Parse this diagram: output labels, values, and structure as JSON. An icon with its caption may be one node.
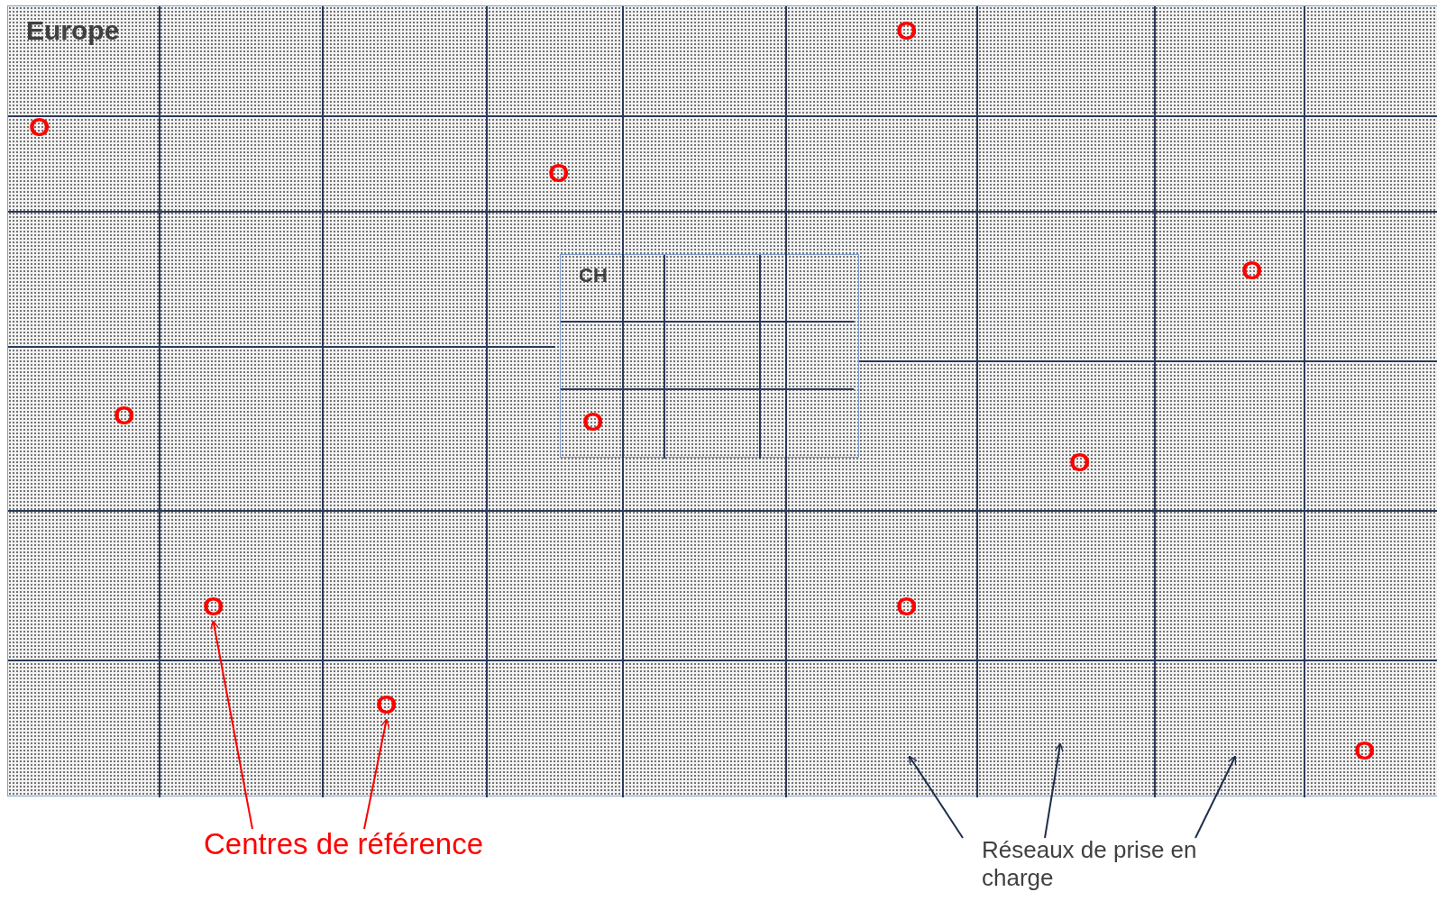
{
  "diagram": {
    "nodes": [
      {
        "text": [
          "Europe"
        ]
      },
      {
        "text": [
          "CH"
        ],
        "in": 0
      },
      {
        "text": [
          "O"
        ],
        "in": 0
      },
      {
        "text": [
          "O"
        ],
        "in": 0
      },
      {
        "text": [
          "O"
        ],
        "in": 0
      },
      {
        "text": [
          "O"
        ],
        "in": 0
      },
      {
        "text": [
          "O"
        ],
        "in": 0
      },
      {
        "text": [
          "O"
        ],
        "in": 1
      },
      {
        "text": [
          "O"
        ],
        "in": 0
      },
      {
        "text": [
          "O"
        ],
        "in": 0
      },
      {
        "text": [
          "O"
        ],
        "in": 0
      },
      {
        "text": [
          "O"
        ],
        "in": 0
      },
      {
        "text": [
          "O"
        ],
        "in": 0
      },
      {
        "text": [
          "Centres de référence"
        ]
      },
      {
        "text": [
          "Réseaux de prise en charge"
        ]
      }
    ],
    "edges": [
      {
        "from": 13,
        "to": 9,
        "arrow": "to",
        "color": "#ff0000"
      },
      {
        "from": 13,
        "to": 11,
        "arrow": "to",
        "color": "#ff0000"
      },
      {
        "from": 14,
        "to": null,
        "arrow": "to"
      },
      {
        "from": 14,
        "to": null,
        "arrow": "to"
      },
      {
        "from": 14,
        "to": null,
        "arrow": "to"
      }
    ]
  }
}
